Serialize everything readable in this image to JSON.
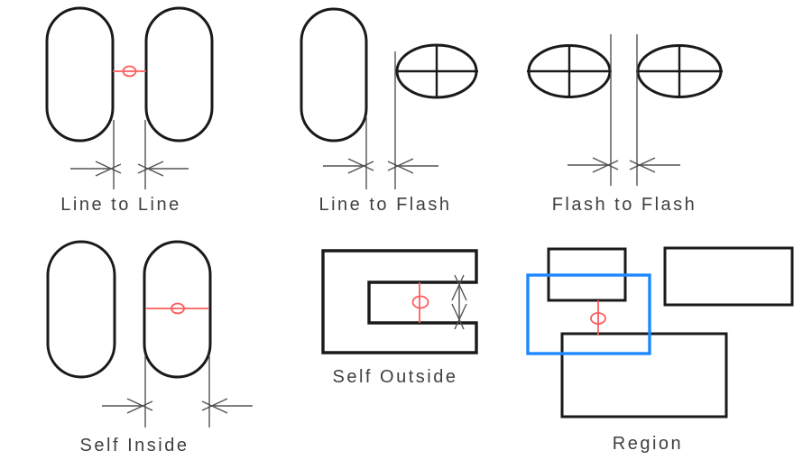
{
  "diagram": {
    "description_labels_only": "clearance-check-types",
    "panels": [
      {
        "id": "line-to-line",
        "label": "Line to Line"
      },
      {
        "id": "line-to-flash",
        "label": "Line to Flash"
      },
      {
        "id": "flash-to-flash",
        "label": "Flash to Flash"
      },
      {
        "id": "self-inside",
        "label": "Self Inside"
      },
      {
        "id": "self-outside",
        "label": "Self Outside"
      },
      {
        "id": "region",
        "label": "Region"
      }
    ]
  },
  "panels": [
    {
      "label": "Line to Line"
    },
    {
      "label": "Line to Flash"
    },
    {
      "label": "Flash to Flash"
    },
    {
      "label": "Self Inside"
    },
    {
      "label": "Self Outside"
    },
    {
      "label": "Region"
    }
  ],
  "symbols": {
    "flash_symbol": "ellipse-with-crosshair",
    "spacing_marker": "small-red-circle-on-measurement-line",
    "dimension_arrow": "open-oblique-arrowhead-with-extension-lines",
    "region_window": "blue-rectangle-overlay"
  },
  "colors": {
    "background": "#ffffff",
    "shape_outline": "#1a1a1a",
    "dimension_lines": "#525252",
    "spacing_marker_red": "#ff5c5c",
    "region_outline_blue": "#1e88ff",
    "label_text": "#3f3f3f"
  }
}
